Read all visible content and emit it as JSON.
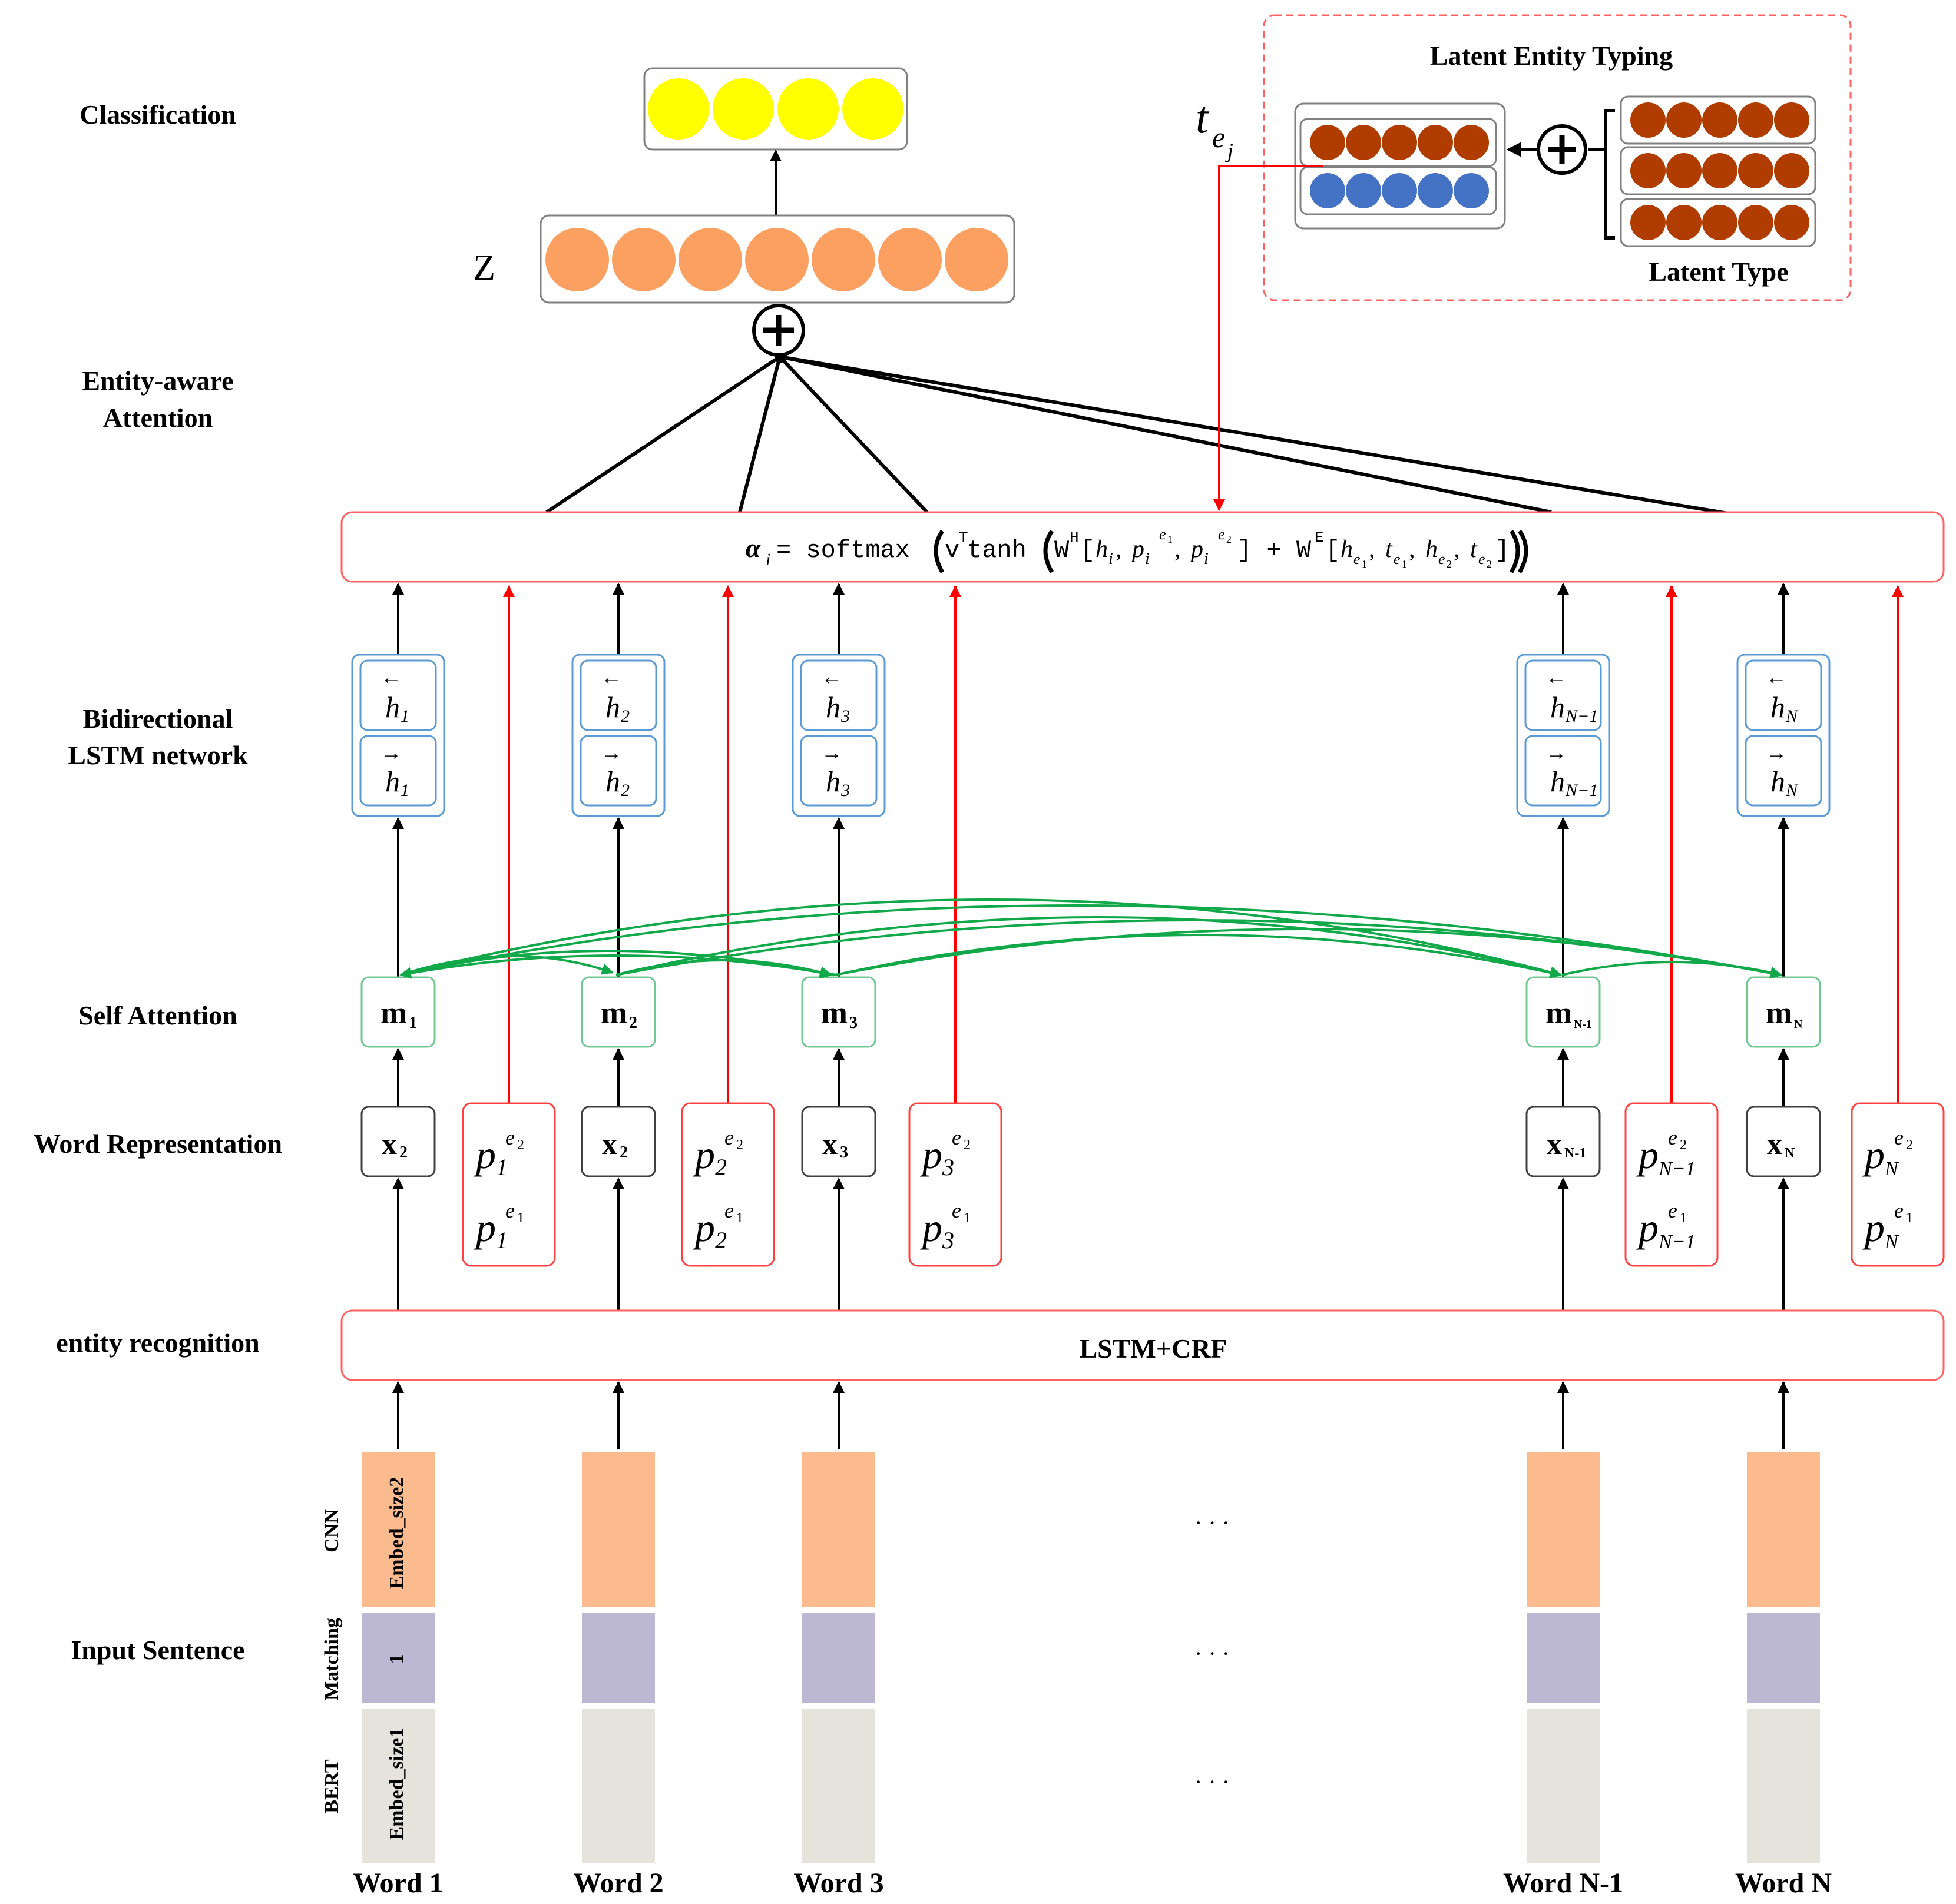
{
  "layer_labels": {
    "classification": "Classification",
    "entity_attention_1": "Entity-aware",
    "entity_attention_2": "Attention",
    "bilstm_1": "Bidirectional",
    "bilstm_2": "LSTM network",
    "self_attention": "Self Attention",
    "word_representation": "Word Representation",
    "entity_recognition": "entity recognition",
    "input_sentence": "Input Sentence"
  },
  "latent": {
    "title": "Latent Entity Typing",
    "type_label": "Latent Type",
    "t": "t",
    "e": "e",
    "j": "j"
  },
  "z_label": "Z",
  "lstm_crf_label": "LSTM+CRF",
  "formula": {
    "alpha": "α",
    "i": "i",
    "eq_softmax": " = softmax",
    "v": "v",
    "T": "T",
    "tanh": " tanh",
    "W": "W",
    "H": "H",
    "lb": "[",
    "h": "h",
    "comma": ", ",
    "p": "p",
    "e": "e",
    "one": "1",
    "two": "2",
    "plus_w": "] + W",
    "E": "E",
    "t": "t",
    "rb": "]"
  },
  "embedding_labels": {
    "cnn": "CNN",
    "matching": "Matching",
    "bert": "BERT",
    "embed_size2": "Embed_size2",
    "one": "1",
    "embed_size1": "Embed_size1"
  },
  "ellipsis": "· · ·",
  "words": [
    "Word 1",
    "Word 2",
    "Word 3",
    "Word N-1",
    "Word N"
  ],
  "word_x": [
    "x",
    "x",
    "x",
    "x",
    "x"
  ],
  "word_x_sub": [
    "2",
    "2",
    "3",
    "N-1",
    "N"
  ],
  "m_sub": [
    "1",
    "2",
    "3",
    "N-1",
    "N"
  ],
  "m_letter": "m",
  "h_letter": "h",
  "h_sub": [
    "1",
    "2",
    "3",
    "N−1",
    "N"
  ],
  "arrow_left": "←",
  "arrow_right": "→",
  "p_letter": "p",
  "p_sub": [
    "1",
    "2",
    "3",
    "N−1",
    "N"
  ],
  "p_sup_top": "e",
  "p_sup_top_n": "2",
  "p_sup_bot_n": "1",
  "counts": {
    "classification_nodes": 4,
    "z_nodes": 7,
    "latent_nodes_per_row": 5,
    "latent_type_rows": 3
  },
  "colors": {
    "classification_node": "#ffff00",
    "z_node": "#fba060",
    "latent_brown": "#b13c00",
    "latent_blue": "#4472c4",
    "cnn_segment": "#fbbb8f",
    "matching_segment": "#bcb8d4",
    "bert_segment": "#e5e3dc",
    "red_arrow": "#ff0000",
    "green_arrow": "#10a848",
    "bilstm_border": "#5b9bd5",
    "m_border": "#70c890",
    "p_border": "#ff4040"
  }
}
